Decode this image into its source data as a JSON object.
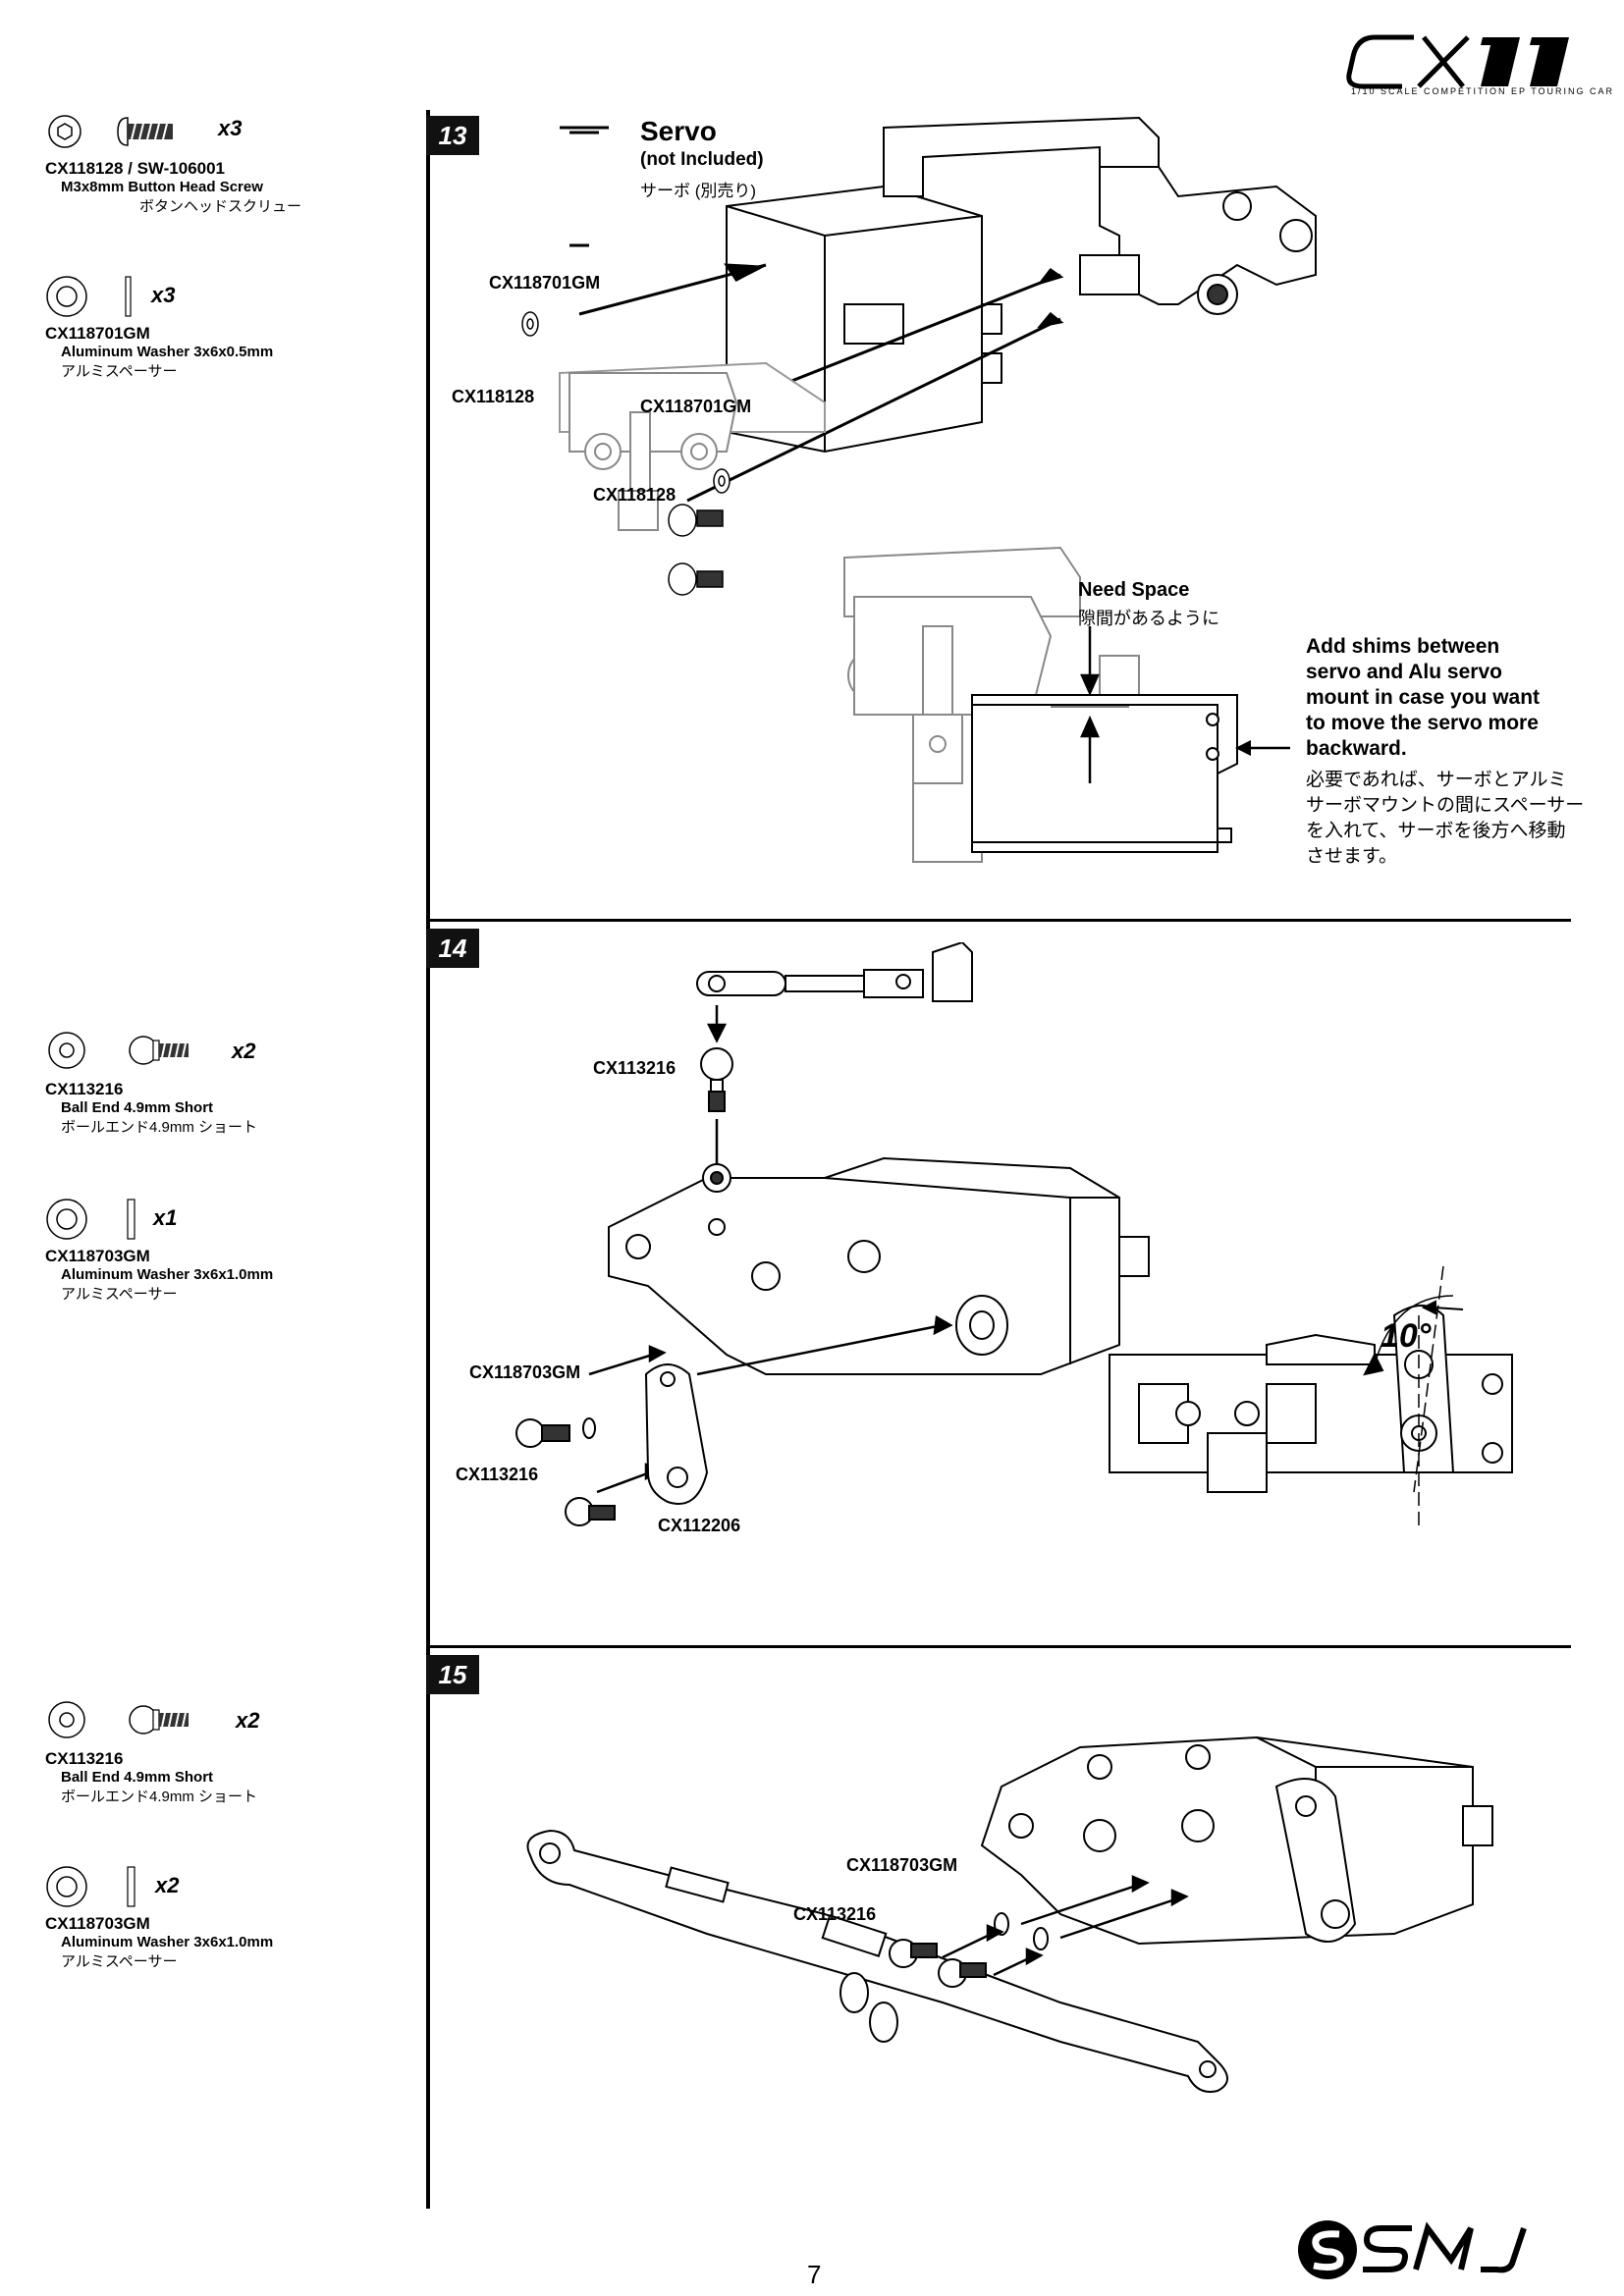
{
  "header": {
    "logo_text": "CX11",
    "tagline": "1/10 SCALE COMPETITION EP TOURING CAR"
  },
  "steps": [
    {
      "number": "13",
      "parts": [
        {
          "qty": "x3",
          "code": "CX118128 / SW-106001",
          "desc": "M3x8mm Button Head Screw",
          "jp": "ボタンヘッドスクリュー"
        },
        {
          "qty": "x3",
          "code": "CX118701GM",
          "desc": "Aluminum Washer 3x6x0.5mm",
          "jp": "アルミスペーサー"
        }
      ],
      "servo_title": "Servo",
      "servo_sub": "(not Included)",
      "servo_jp": "サーボ (別売り)",
      "callouts": [
        "CX118701GM",
        "CX118128",
        "CX118701GM",
        "CX118128"
      ],
      "need_space": "Need Space",
      "need_space_jp": "隙間があるように",
      "note_lines": [
        "Add shims between",
        "servo and Alu servo",
        "mount in case you want",
        "to move the servo more",
        "backward."
      ],
      "note_jp_lines": [
        "必要であれば、サーボとアルミ",
        "サーボマウントの間にスペーサー",
        "を入れて、サーボを後方へ移動",
        "させます。"
      ]
    },
    {
      "number": "14",
      "parts": [
        {
          "qty": "x2",
          "code": "CX113216",
          "desc": "Ball End 4.9mm Short",
          "jp": "ボールエンド4.9mm ショート"
        },
        {
          "qty": "x1",
          "code": "CX118703GM",
          "desc": "Aluminum Washer 3x6x1.0mm",
          "jp": "アルミスペーサー"
        }
      ],
      "callouts": [
        "CX113216",
        "CX118703GM",
        "CX113216",
        "CX112206"
      ],
      "angle": "10°"
    },
    {
      "number": "15",
      "parts": [
        {
          "qty": "x2",
          "code": "CX113216",
          "desc": "Ball End 4.9mm Short",
          "jp": "ボールエンド4.9mm ショート"
        },
        {
          "qty": "x2",
          "code": "CX118703GM",
          "desc": "Aluminum Washer 3x6x1.0mm",
          "jp": "アルミスペーサー"
        }
      ],
      "callouts": [
        "CX118703GM",
        "CX113216"
      ]
    }
  ],
  "footer": {
    "page_number": "7",
    "brand": "SMJ"
  }
}
